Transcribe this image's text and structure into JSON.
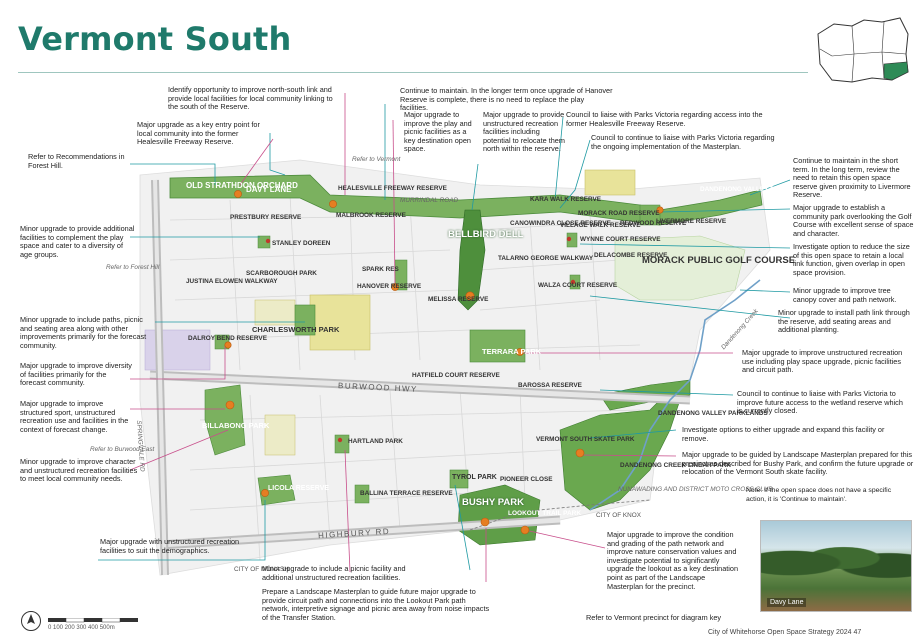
{
  "title": "Vermont South",
  "colors": {
    "accent": "#1f7a6b",
    "park": "#6aa84f",
    "park_dark": "#3d7a2e",
    "road": "#c8c8c8",
    "highway": "#bdbdbd",
    "callout_teal": "#1f9aa3",
    "callout_pink": "#c84f8b",
    "marker": "#e67e22",
    "school": "#e8e39a",
    "creek": "#6fa0c8"
  },
  "notes": {
    "n1": "Identify opportunity to improve north-south link and provide local facilities for local community linking to the south of the Reserve.",
    "n2": "Major upgrade as a key entry point for local community into the former Healesville Freeway Reserve.",
    "n3": "Refer to Recommendations in Forest Hill.",
    "n4": "Continue to maintain. In the longer term once upgrade of Hanover Reserve is complete, there is no need to replace the play facilities.",
    "n5": "Major upgrade to improve the play and picnic facilities as a key destination open space.",
    "n6": "Major upgrade to provide unstructured recreation facilities including potential to relocate them north within the reserve.",
    "n7": "Council to liaise with Parks Victoria regarding access into the former Healesville Freeway Reserve.",
    "n8": "Council to continue to liaise with Parks Victoria regarding the ongoing implementation of the Masterplan.",
    "n9": "Continue to maintain in the short term. In the long term, review the need to retain this open space reserve given proximity to Livermore Reserve.",
    "n10": "Major upgrade to establish a community park overlooking the Golf Course with excellent sense of space and character.",
    "n11": "Investigate option to reduce the size of this open space to retain a local link function, given overlap in open space provision.",
    "n12": "Minor upgrade to improve tree canopy cover and path network.",
    "n13": "Minor upgrade to install path link through the reserve, add seating areas and additional planting.",
    "n14": "Minor upgrade to provide additional facilities to complement the play space and cater to a diversity of age groups.",
    "n15": "Minor upgrade to include paths, picnic and seating area along with other improvements primarily for the forecast community.",
    "n16": "Major upgrade to improve diversity of facilities primarily for the forecast community.",
    "n17": "Major upgrade to improve structured sport, unstructured recreation use and facilities in the context of forecast change.",
    "n18": "Minor upgrade to improve character and unstructured recreation facilities to meet local community needs.",
    "n19": "Major upgrade to improve unstructured recreation use including play space upgrade, picnic facilities and circuit path.",
    "n20": "Council to continue to liaise with Parks Victoria to improve future access to the wetland reserve which is currently closed.",
    "n21": "Investigate options to either upgrade and expand this facility or remove.",
    "n22": "Major upgrade to be guided by Landscape Masterplan prepared for this precinct as described for Bushy Park, and confirm the future upgrade or relocation of the Vermont South skate facility.",
    "n23": "Major upgrade with unstructured recreation facilities to suit the demographics.",
    "n24": "Minor upgrade to include a picnic facility and additional unstructured recreation facilities.",
    "n25": "Prepare a Landscape Masterplan to guide future major upgrade to provide circuit path and connections into the Lookout Park path network, interpretive signage and picnic area away from noise impacts of the Transfer Station.",
    "n26": "Major upgrade to improve the condition and grading of the path network and improve nature conservation values and investigate potential to significantly upgrade the lookout as a key destination point as part of the Landscape Masterplan for the precinct.",
    "side_note": "Note: If the open space does not have a specific action, it is 'Continue to maintain'.",
    "key_ref": "Refer to Vermont precinct for diagram key"
  },
  "parks": {
    "old_strathdon": "OLD STRATHDON ORCHARD",
    "davy_lane": "DAVY LANE",
    "healesville": "HEALESVILLE FREEWAY RESERVE",
    "bellbird": "BELLBIRD DELL",
    "morack": "MORACK PUBLIC GOLF COURSE",
    "dandenong_parklands_top": "DANDENONG VALLEY PARKLANDS",
    "hanover": "HANOVER RESERVE",
    "charlesworth": "CHARLESWORTH PARK",
    "terrara": "TERRARA PARK",
    "billabong": "BILLABONG PARK",
    "licola": "LICOLA RESERVE",
    "tyrol": "TYROL PARK",
    "bushy": "BUSHY PARK",
    "lookout": "LOOKOUT TRAIL PARK",
    "dandenong_creek": "DANDENONG CREEK LINEAR PARK",
    "dandenong_parklands_mid": "DANDENONG VALLEY PARKLANDS"
  },
  "small_labels": {
    "prestbury": "PRESTBURY RESERVE",
    "stanley": "STANLEY DOREEN",
    "malbrook": "MALBROOK RESERVE",
    "spark": "SPARK RES",
    "justina": "JUSTINA ELOWEN WALKWAY",
    "scarborough": "SCARBOROUGH PARK",
    "dalroy": "DALROY BEND RESERVE",
    "melissa": "MELISSA RESERVE",
    "hatfield": "HATFIELD COURT RESERVE",
    "barossa": "BAROSSA RESERVE",
    "talarno": "TALARNO GEORGE WALKWAY",
    "kara": "KARA WALK RESERVE",
    "canowindra": "CANOWINDRA CLOSE RESERVE",
    "morack_road": "MORACK ROAD RESERVE",
    "village": "VILLAGE WALK RESERVE",
    "wynne": "WYNNE COURT RESERVE",
    "delacombe": "DELACOMBE RESERVE",
    "walza": "WALZA COURT RESERVE",
    "livermore": "LIVERMORE RESERVE",
    "hartland": "HARTLAND PARK",
    "ballina": "BALLINA TERRACE RESERVE",
    "vermont_skate": "VERMONT SOUTH SKATE PARK",
    "pioneer": "PIONEER CLOSE",
    "nunawading": "NUNAWADING AND DISTRICT MOTO CROSS CLUB",
    "redwood": "REDWOOD RESERVE"
  },
  "roads": {
    "burwood": "BURWOOD HWY",
    "highbury": "HIGHBURY RD",
    "murrindal": "MURRINDAL ROAD",
    "springvale": "SPRINGVALE RD"
  },
  "captions": {
    "refer_vermont": "Refer to Vermont",
    "refer_forest_hill": "Refer to Forest Hill",
    "refer_burwood_east": "Refer to Burwood East",
    "city_knox": "CITY OF KNOX",
    "city_monash": "CITY OF MONASH",
    "creek": "Dandenong Creek"
  },
  "photo_caption": "Davy Lane",
  "scale_label": "0   100  200  300  400  500m",
  "footer": "City of Whitehorse Open Space Strategy 2024   47"
}
